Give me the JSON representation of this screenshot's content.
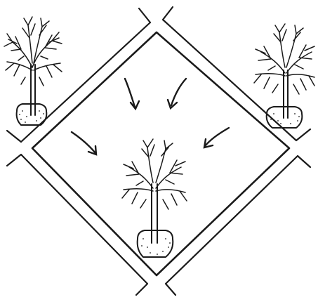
{
  "illustration": {
    "kind": "line-drawing",
    "subject": "tree-planting-in-square-block",
    "elements": {
      "central_block_count": 1,
      "trees": [
        "tree-left-corner",
        "tree-right-corner",
        "tree-center"
      ],
      "arrows": [
        "arrow-top-left",
        "arrow-top-right",
        "arrow-left",
        "arrow-right"
      ]
    }
  },
  "colors": {
    "ink": "#1a1a1a",
    "background": "#ffffff"
  }
}
